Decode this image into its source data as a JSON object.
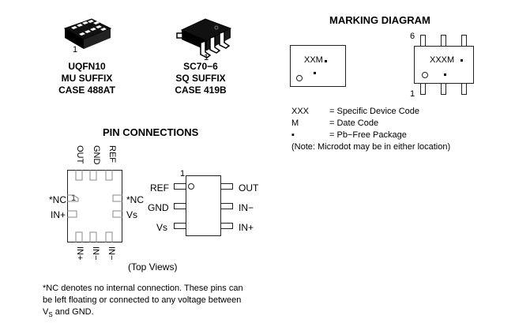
{
  "packages": [
    {
      "pin1_label": "1",
      "name": "UQFN10",
      "suffix": "MU SUFFIX",
      "case": "CASE 488AT"
    },
    {
      "pin1_label": "1",
      "name": "SC70−6",
      "suffix": "SQ SUFFIX",
      "case": "CASE 419B"
    }
  ],
  "pin_connections": {
    "title": "PIN CONNECTIONS",
    "qfn": {
      "top_pins": [
        "OUT",
        "GND",
        "REF"
      ],
      "bottom_pins": [
        "IN+",
        "IN−",
        "IN−"
      ],
      "left_pins": [
        "*NC",
        "IN+"
      ],
      "right_pins": [
        "*NC",
        "Vs"
      ],
      "pin1_marker": "1"
    },
    "sc70": {
      "pin1_marker": "1",
      "left_pins": [
        "REF",
        "GND",
        "Vs"
      ],
      "right_pins": [
        "OUT",
        "IN−",
        "IN+"
      ]
    },
    "caption": "(Top Views)"
  },
  "marking_diagram": {
    "title": "MARKING DIAGRAM",
    "qfn_marking": "XXM",
    "sc70_marking": "XXXM",
    "sc70_pin_top": "6",
    "sc70_pin_bottom": "1",
    "legend": [
      {
        "key": "XXX",
        "desc": "= Specific Device Code"
      },
      {
        "key": "M",
        "desc": "= Date Code"
      },
      {
        "key": "▪",
        "desc": "= Pb−Free Package"
      }
    ],
    "note": "(Note: Microdot may be in either location)"
  },
  "footnote": {
    "line1": "*NC denotes no internal connection. These pins can",
    "line2": "be left floating or connected to any voltage between",
    "vs_main": "V",
    "vs_sub": "S",
    "line3_rest": " and GND."
  }
}
